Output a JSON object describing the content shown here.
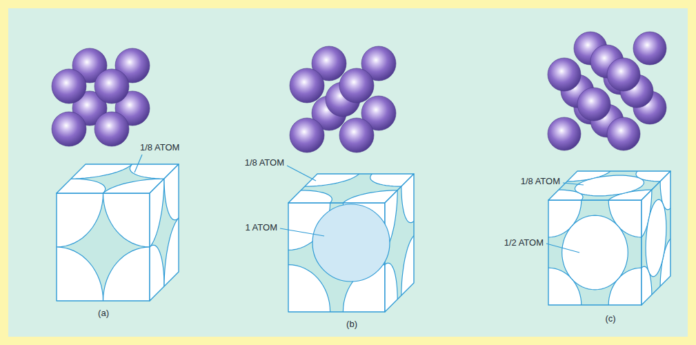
{
  "diagram": {
    "labels": [
      "1/8 ATOM",
      "(a)",
      "1/8 ATOM",
      "1 ATOM",
      "(b)",
      "1/8 ATOM",
      "1/2 ATOM",
      "(c)"
    ]
  }
}
